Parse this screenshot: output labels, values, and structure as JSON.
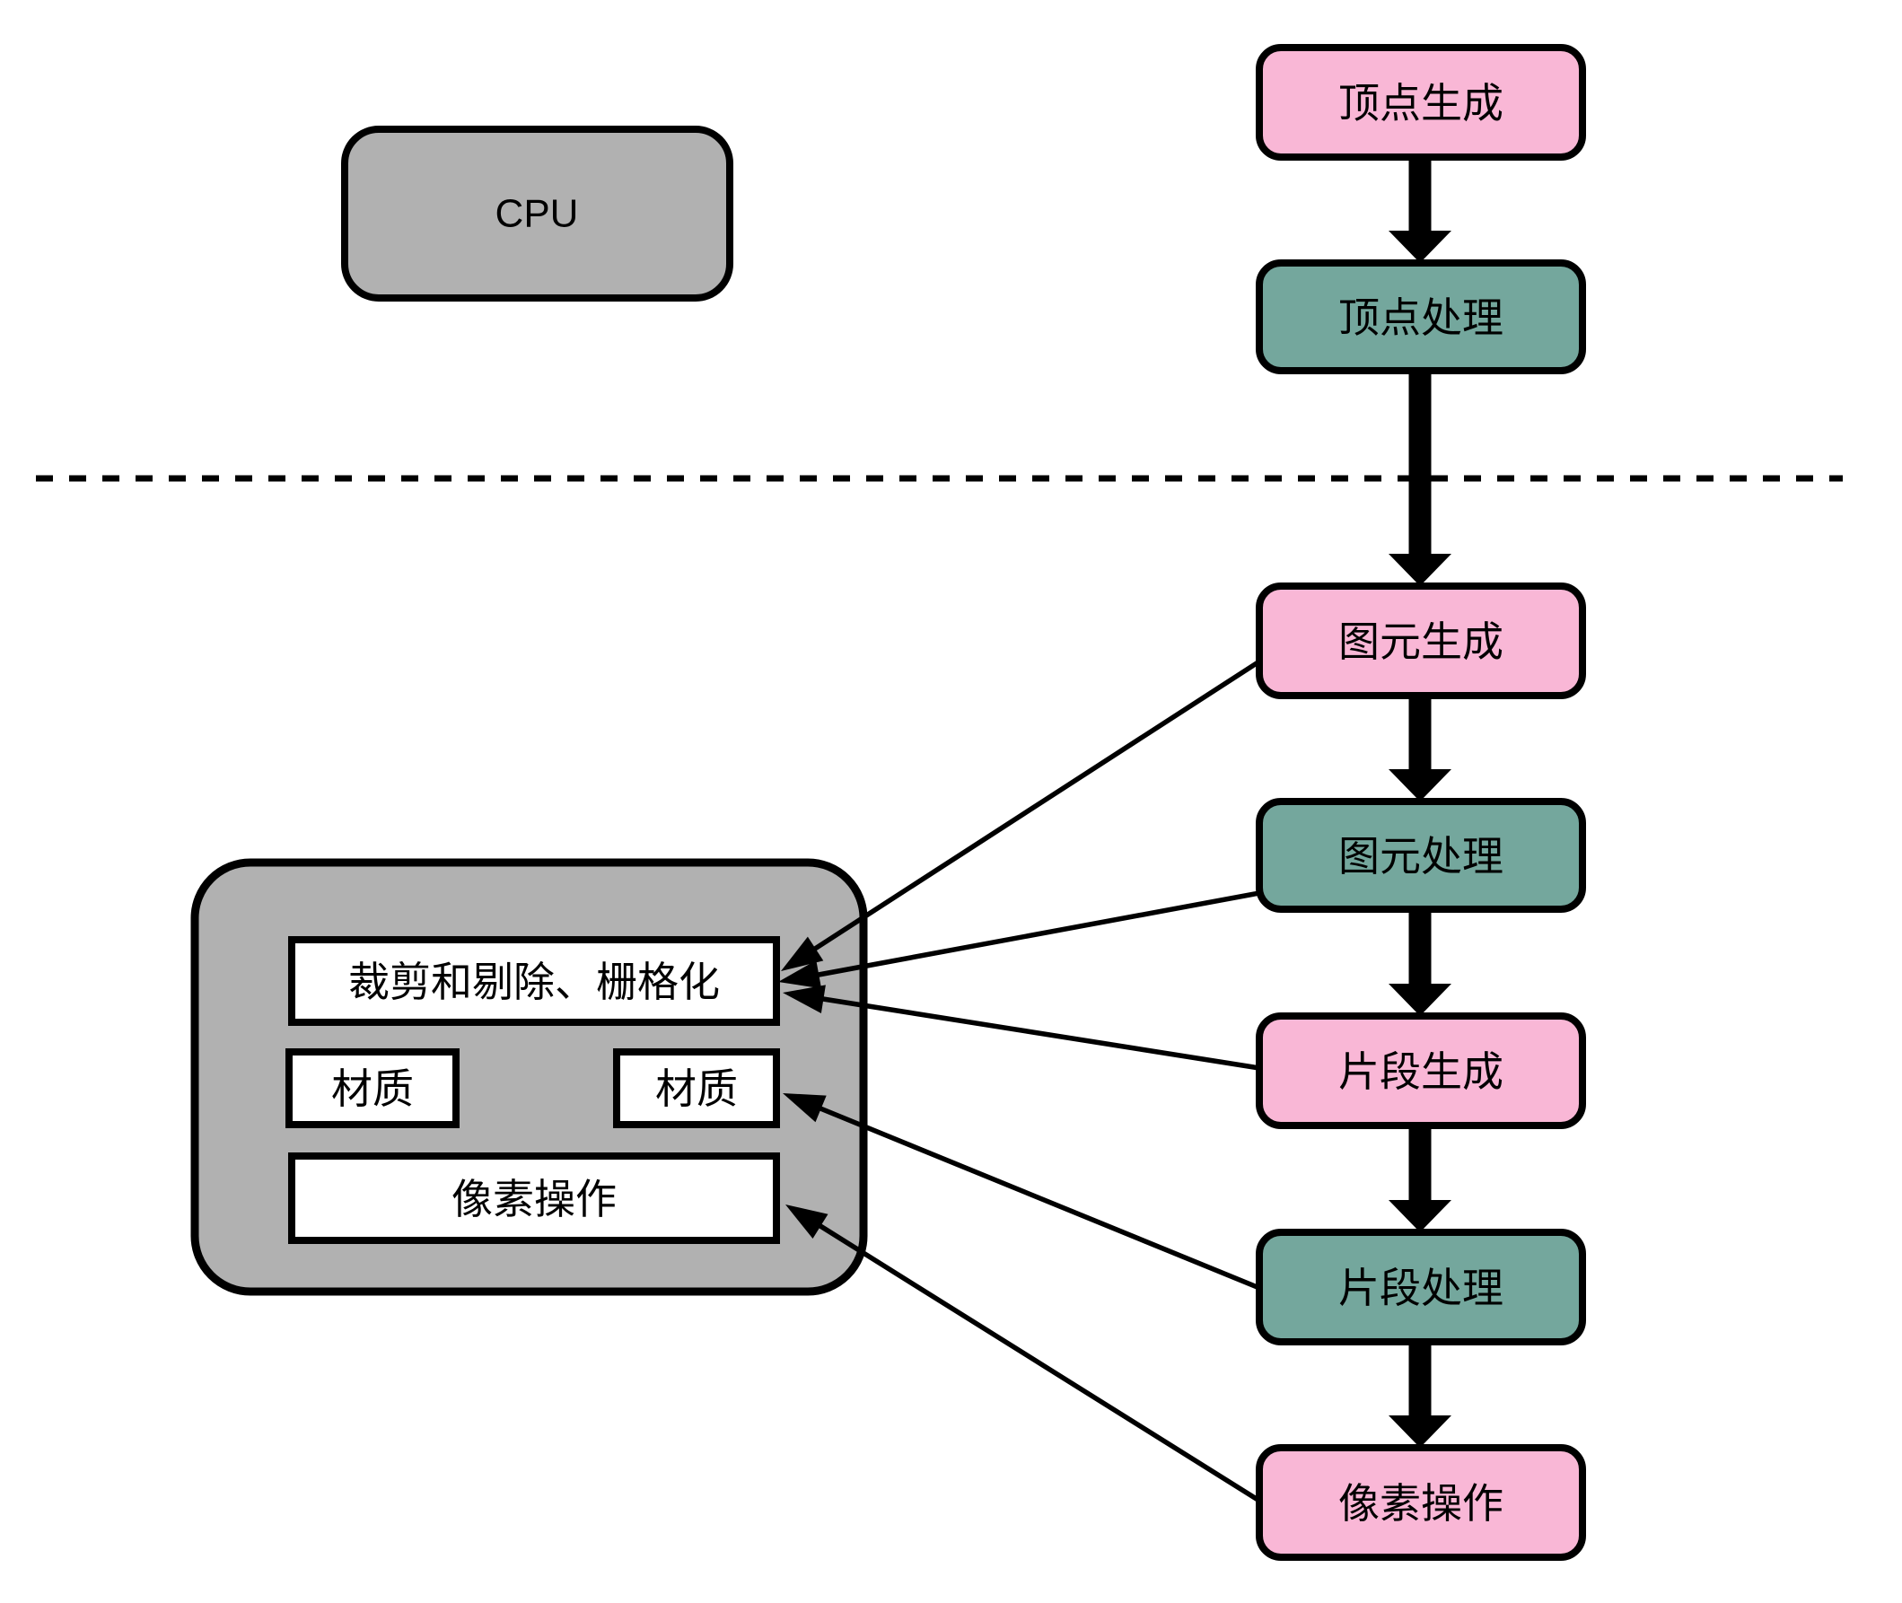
{
  "colors": {
    "pink": "#F9B7D6",
    "teal": "#74A79D",
    "gray": "#B1B1B1",
    "white": "#FFFFFF",
    "stroke": "#000000"
  },
  "cpu": {
    "label": "CPU",
    "fill": "#B1B1B1"
  },
  "pipeline": [
    {
      "label": "顶点生成",
      "fill": "#F9B7D6"
    },
    {
      "label": "顶点处理",
      "fill": "#74A79D"
    },
    {
      "label": "图元生成",
      "fill": "#F9B7D6"
    },
    {
      "label": "图元处理",
      "fill": "#74A79D"
    },
    {
      "label": "片段生成",
      "fill": "#F9B7D6"
    },
    {
      "label": "片段处理",
      "fill": "#74A79D"
    },
    {
      "label": "像素操作",
      "fill": "#F9B7D6"
    }
  ],
  "gpu_block": {
    "fill": "#B1B1B1",
    "clip_raster_label": "裁剪和剔除、栅格化",
    "texture_left_label": "材质",
    "texture_right_label": "材质",
    "pixel_ops_label": "像素操作"
  }
}
